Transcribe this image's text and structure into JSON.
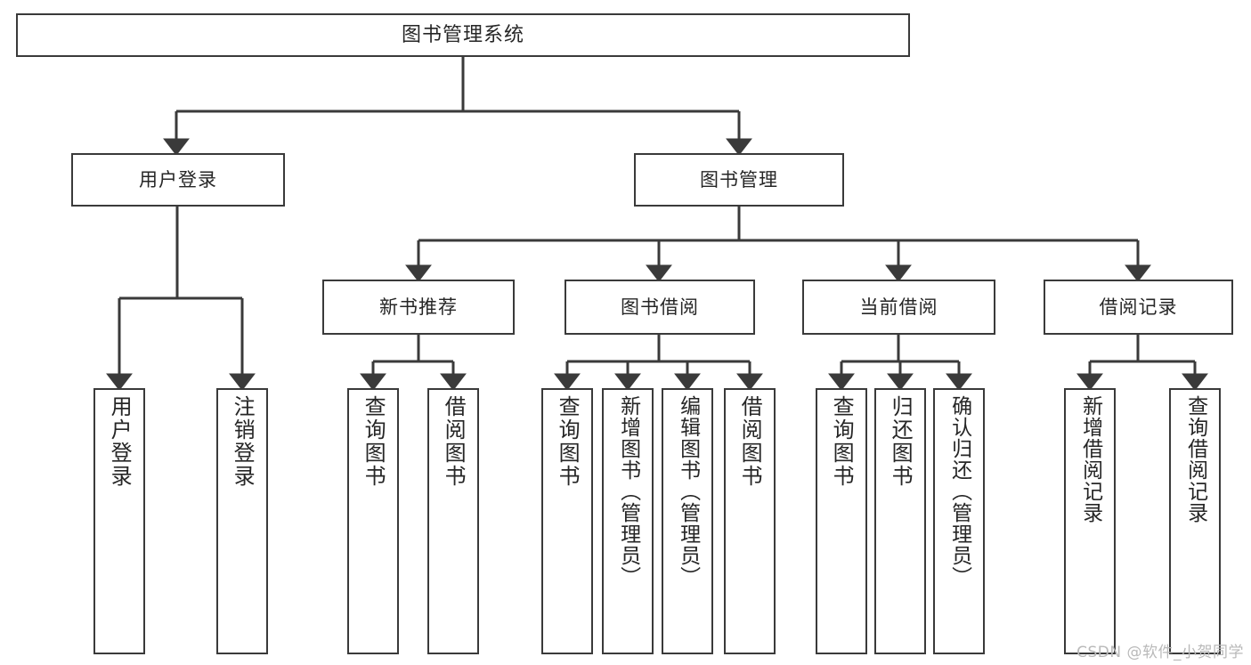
{
  "diagram": {
    "title": "图书管理系统",
    "type": "tree-hierarchy",
    "watermark": "CSDN @软件_小贺同学",
    "colors": {
      "stroke": "#3a3a3a",
      "text": "#262626",
      "background": "#ffffff",
      "watermark": "#b9b9b9"
    },
    "root": {
      "label": "图书管理系统"
    },
    "level1": [
      {
        "label": "用户登录"
      },
      {
        "label": "图书管理"
      }
    ],
    "level2": [
      {
        "label": "新书推荐"
      },
      {
        "label": "图书借阅"
      },
      {
        "label": "当前借阅"
      },
      {
        "label": "借阅记录"
      }
    ],
    "leaves": {
      "user_login": [
        {
          "label": "用户登录"
        },
        {
          "label": "注销登录"
        }
      ],
      "new_book_recommend": [
        {
          "label": "查询图书"
        },
        {
          "label": "借阅图书"
        }
      ],
      "book_borrow": [
        {
          "label": "查询图书"
        },
        {
          "label": "新增图书（管理员）"
        },
        {
          "label": "编辑图书（管理员）"
        },
        {
          "label": "借阅图书"
        }
      ],
      "current_borrow": [
        {
          "label": "查询图书"
        },
        {
          "label": "归还图书"
        },
        {
          "label": "确认归还（管理员）"
        }
      ],
      "borrow_record": [
        {
          "label": "新增借阅记录"
        },
        {
          "label": "查询借阅记录"
        }
      ]
    }
  }
}
